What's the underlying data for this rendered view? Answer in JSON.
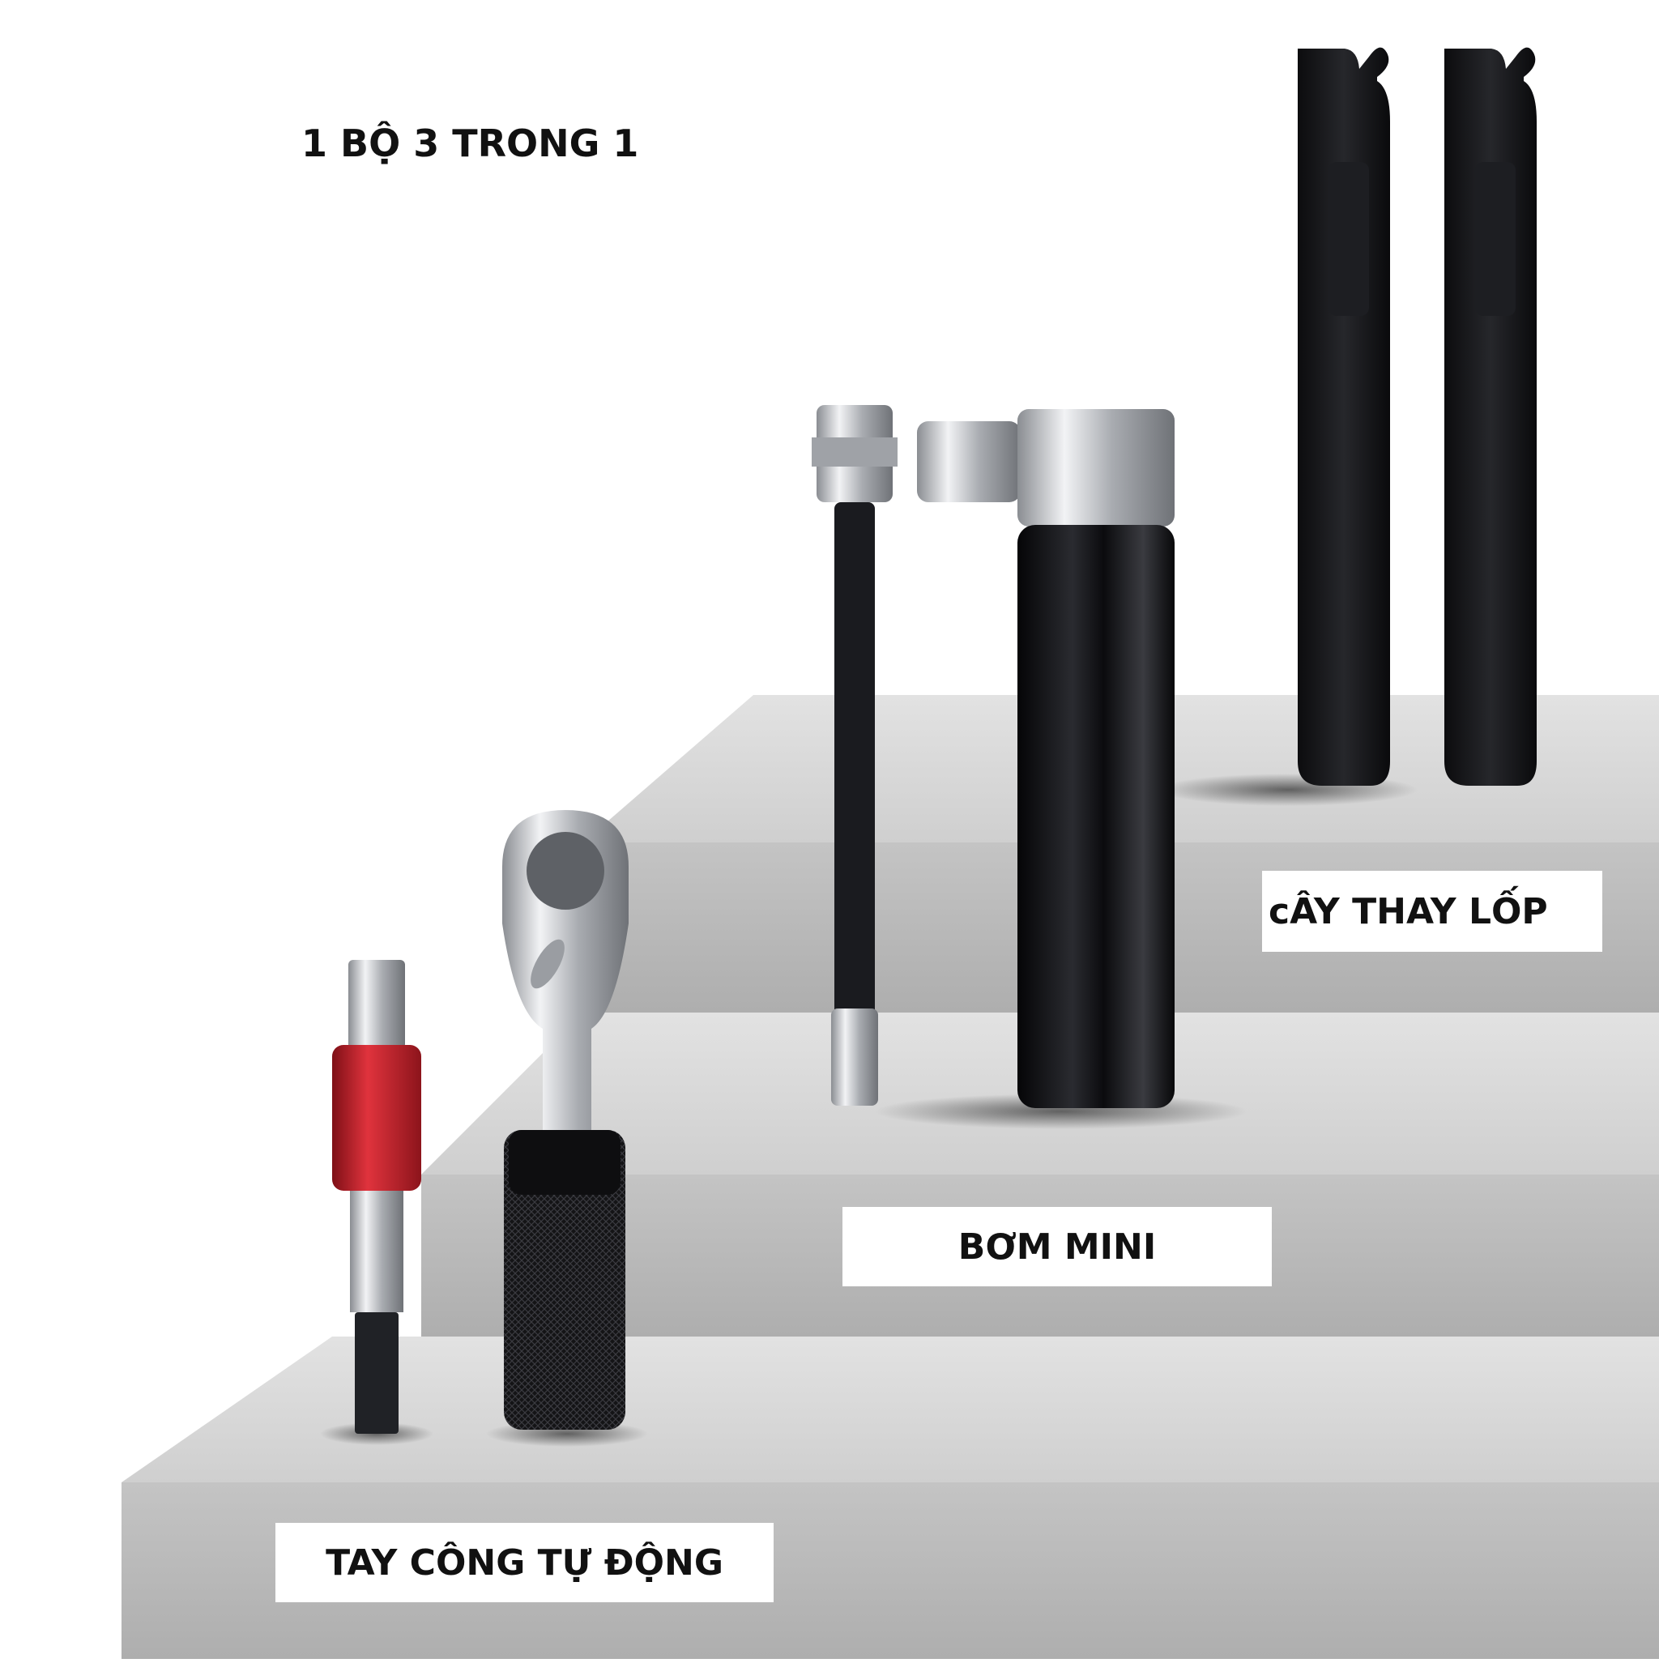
{
  "headline": "1 BỘ 3 TRONG 1",
  "labels": {
    "tire_lever": "cÂY THAY LỐP",
    "mini_pump": "BƠM MINI",
    "ratchet_tool": "TAY CÔNG TỰ ĐỘNG"
  },
  "colors": {
    "background": "#ffffff",
    "step_top": "#d8d8d8",
    "step_face": "#b9b9b9",
    "tool_black": "#141416",
    "bit_holder_red": "#c8202a",
    "chrome": "#c9ccd0"
  }
}
